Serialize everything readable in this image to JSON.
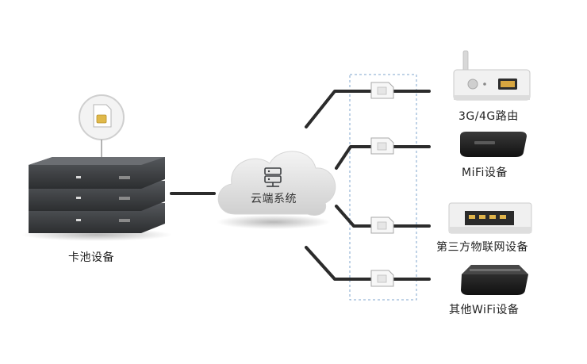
{
  "card_pool": {
    "label": "卡池设备"
  },
  "cloud": {
    "label": "云端系统",
    "icon": "server-icon"
  },
  "devices": [
    {
      "id": "router-3g4g",
      "label": "3G/4G路由",
      "icon": "router-icon"
    },
    {
      "id": "mifi",
      "label": "MiFi设备",
      "icon": "mifi-icon"
    },
    {
      "id": "iot",
      "label": "第三方物联网设备",
      "icon": "iot-device-icon"
    },
    {
      "id": "wifi-other",
      "label": "其他WiFi设备",
      "icon": "wifi-device-icon"
    }
  ],
  "colors": {
    "line": "#2b2b2b",
    "dashed_box": "#7fa4cc",
    "sim_chip": "#e0b94a",
    "server": "#3d3f42"
  }
}
